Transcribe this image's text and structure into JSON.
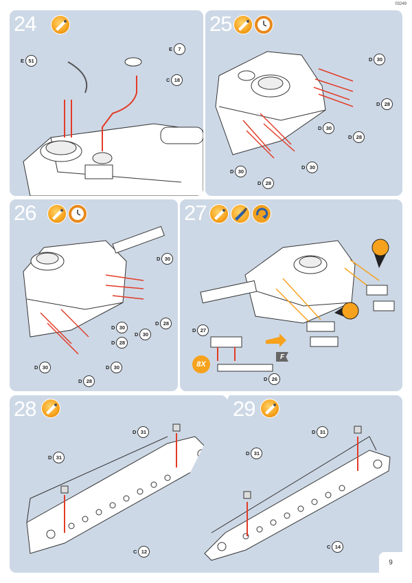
{
  "doc_code": "03249",
  "page_number": "9",
  "steps": [
    {
      "number": "24",
      "icons": [
        "glue-icon"
      ],
      "labels": [
        {
          "prefix": "E",
          "num": "51"
        },
        {
          "prefix": "E",
          "num": "7"
        },
        {
          "prefix": "C",
          "num": "18"
        }
      ]
    },
    {
      "number": "25",
      "icons": [
        "glue-icon",
        "clock-icon"
      ],
      "labels": [
        {
          "prefix": "D",
          "num": "30"
        },
        {
          "prefix": "D",
          "num": "28"
        },
        {
          "prefix": "D",
          "num": "30"
        },
        {
          "prefix": "D",
          "num": "28"
        },
        {
          "prefix": "D",
          "num": "30"
        },
        {
          "prefix": "D",
          "num": "30"
        },
        {
          "prefix": "D",
          "num": "28"
        }
      ]
    },
    {
      "number": "26",
      "icons": [
        "glue-icon",
        "clock-icon"
      ],
      "labels": [
        {
          "prefix": "D",
          "num": "30"
        },
        {
          "prefix": "D",
          "num": "28"
        },
        {
          "prefix": "D",
          "num": "30"
        },
        {
          "prefix": "D",
          "num": "30"
        },
        {
          "prefix": "D",
          "num": "28"
        },
        {
          "prefix": "D",
          "num": "30"
        },
        {
          "prefix": "D",
          "num": "30"
        },
        {
          "prefix": "D",
          "num": "28"
        }
      ]
    },
    {
      "number": "27",
      "icons": [
        "glue-icon",
        "paint-icon",
        "rotate-icon"
      ],
      "labels": [
        {
          "prefix": "D",
          "num": "27"
        },
        {
          "prefix": "D",
          "num": "26"
        }
      ],
      "quantity": "8X",
      "flag": "F"
    },
    {
      "number": "28",
      "icons": [
        "glue-icon"
      ],
      "labels": [
        {
          "prefix": "D",
          "num": "31"
        },
        {
          "prefix": "D",
          "num": "31"
        },
        {
          "prefix": "C",
          "num": "12"
        }
      ]
    },
    {
      "number": "29",
      "icons": [
        "glue-icon"
      ],
      "labels": [
        {
          "prefix": "D",
          "num": "31"
        },
        {
          "prefix": "D",
          "num": "31"
        },
        {
          "prefix": "C",
          "num": "14"
        }
      ]
    }
  ]
}
